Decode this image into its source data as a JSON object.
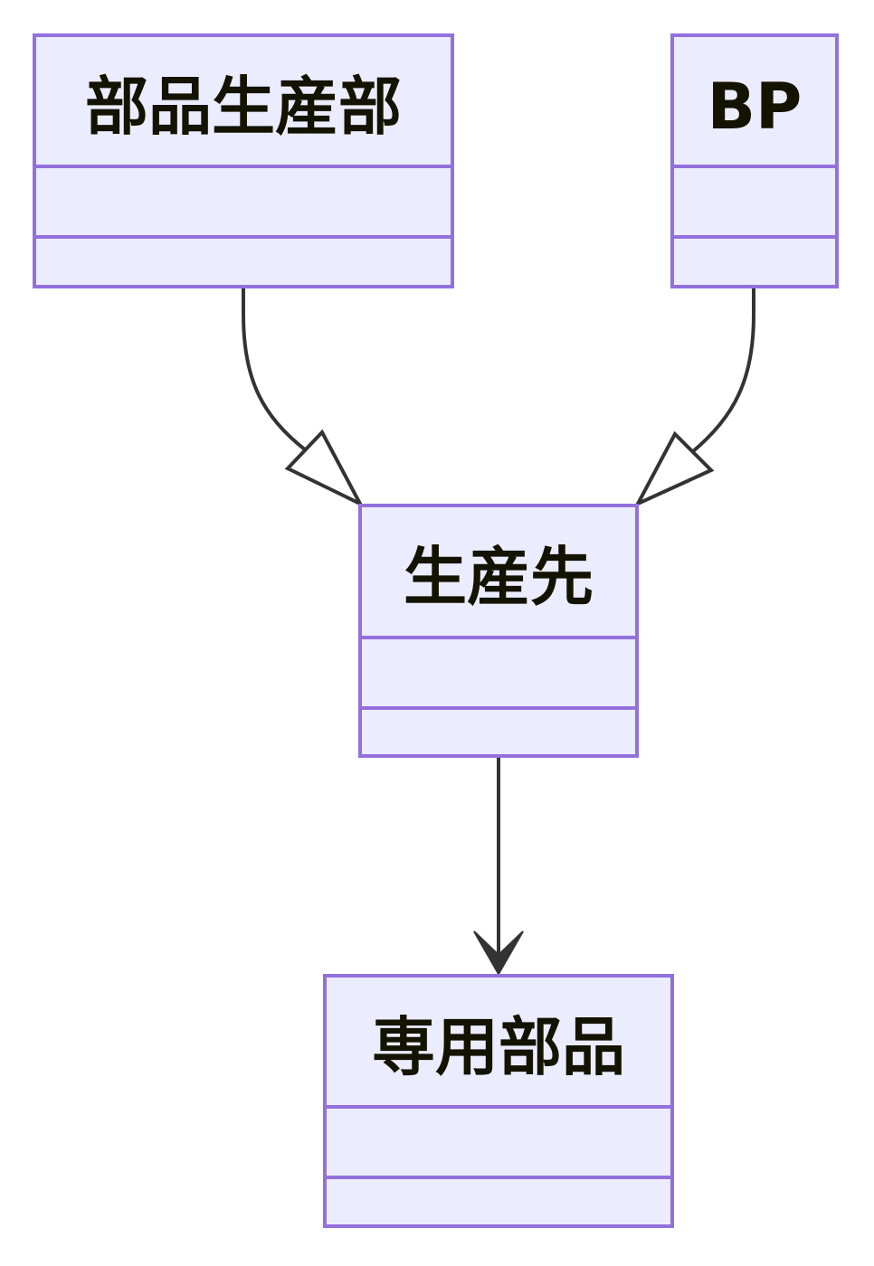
{
  "diagram": {
    "type": "class-diagram",
    "classes": {
      "buhin_seisanbu": {
        "name": "部品生産部",
        "attributes": [],
        "methods": []
      },
      "bp": {
        "name": "BP",
        "attributes": [],
        "methods": []
      },
      "seisansaki": {
        "name": "生産先",
        "attributes": [],
        "methods": []
      },
      "senyo_buhin": {
        "name": "専用部品",
        "attributes": [],
        "methods": []
      }
    },
    "relations": [
      {
        "from": "部品生産部",
        "to": "生産先",
        "kind": "inheritance"
      },
      {
        "from": "BP",
        "to": "生産先",
        "kind": "inheritance"
      },
      {
        "from": "生産先",
        "to": "専用部品",
        "kind": "association"
      }
    ],
    "colors": {
      "box_fill": "#ECECFF",
      "box_stroke": "#9370DB",
      "text": "#131300",
      "edge": "#333333"
    }
  }
}
